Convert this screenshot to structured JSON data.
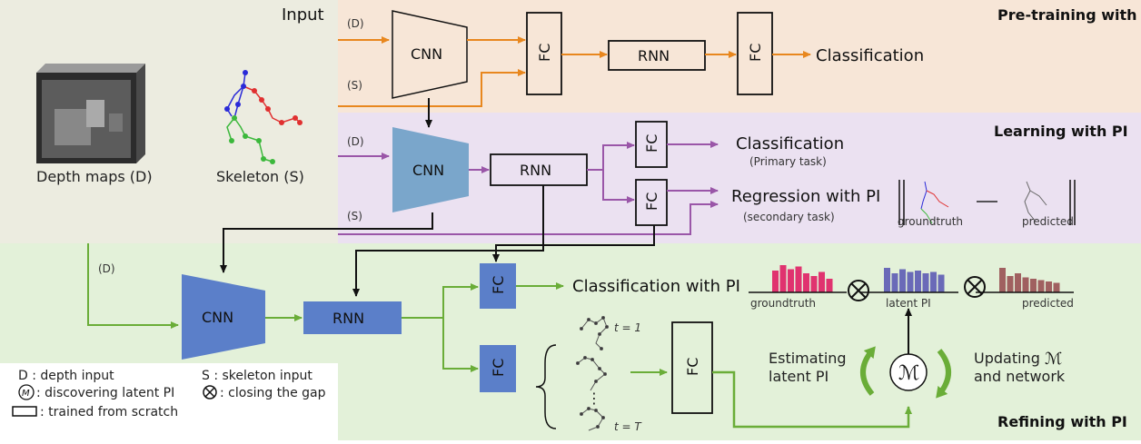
{
  "input_panel": {
    "title": "Input",
    "depth_label": "Depth maps (D)",
    "skeleton_label": "Skeleton (S)"
  },
  "pretrain": {
    "title": "Pre-training with PI",
    "in_d": "(D)",
    "in_s": "(S)",
    "cnn": "CNN",
    "fc1": "FC",
    "rnn": "RNN",
    "fc2": "FC",
    "output": "Classification"
  },
  "learning": {
    "title": "Learning with PI",
    "in_d": "(D)",
    "in_s": "(S)",
    "cnn": "CNN",
    "rnn": "RNN",
    "fc_top": "FC",
    "fc_bottom": "FC",
    "out_primary": "Classification",
    "out_primary_sub": "(Primary task)",
    "out_secondary": "Regression with PI",
    "out_secondary_sub": "(secondary task)",
    "gt_label": "groundtruth",
    "pred_label": "predicted"
  },
  "refining": {
    "title": "Refining with PI",
    "in_d": "(D)",
    "cnn": "CNN",
    "rnn": "RNN",
    "fc_top": "FC",
    "fc_bottom": "FC",
    "fc_big": "FC",
    "out_class": "Classification with PI",
    "gt_label": "groundtruth",
    "latent_label": "latent PI",
    "pred_label": "predicted",
    "t1": "t = 1",
    "tT": "t = T",
    "dots": "⋮",
    "estimating": [
      "Estimating",
      "latent PI"
    ],
    "updating": [
      "Updating",
      "and network"
    ],
    "m_symbol": "ℳ",
    "otimes": "⊗"
  },
  "legend": {
    "d": "D  : depth input",
    "s": "S  : skeleton input",
    "m": ": discovering latent PI",
    "m_symbol": "M",
    "otimes": ": closing the gap",
    "scratch": ": trained from scratch"
  },
  "colors": {
    "pretrain_bg": "#f7e6d7",
    "learning_bg": "#ebe1f1",
    "refining_bg": "#e3f1d9",
    "input_bg": "#ecece0",
    "orange": "#e8871e",
    "purple": "#9a56a8",
    "green": "#6aad38",
    "blue_box": "#5b7fc9",
    "light_blue": "#7aa6cb"
  },
  "charts": {
    "gt": [
      0.8,
      1.0,
      0.85,
      0.95,
      0.7,
      0.6,
      0.75,
      0.5
    ],
    "latent": [
      0.9,
      0.7,
      0.85,
      0.75,
      0.8,
      0.7,
      0.75,
      0.65
    ],
    "pred": [
      0.9,
      0.6,
      0.7,
      0.55,
      0.5,
      0.45,
      0.4,
      0.35
    ]
  }
}
